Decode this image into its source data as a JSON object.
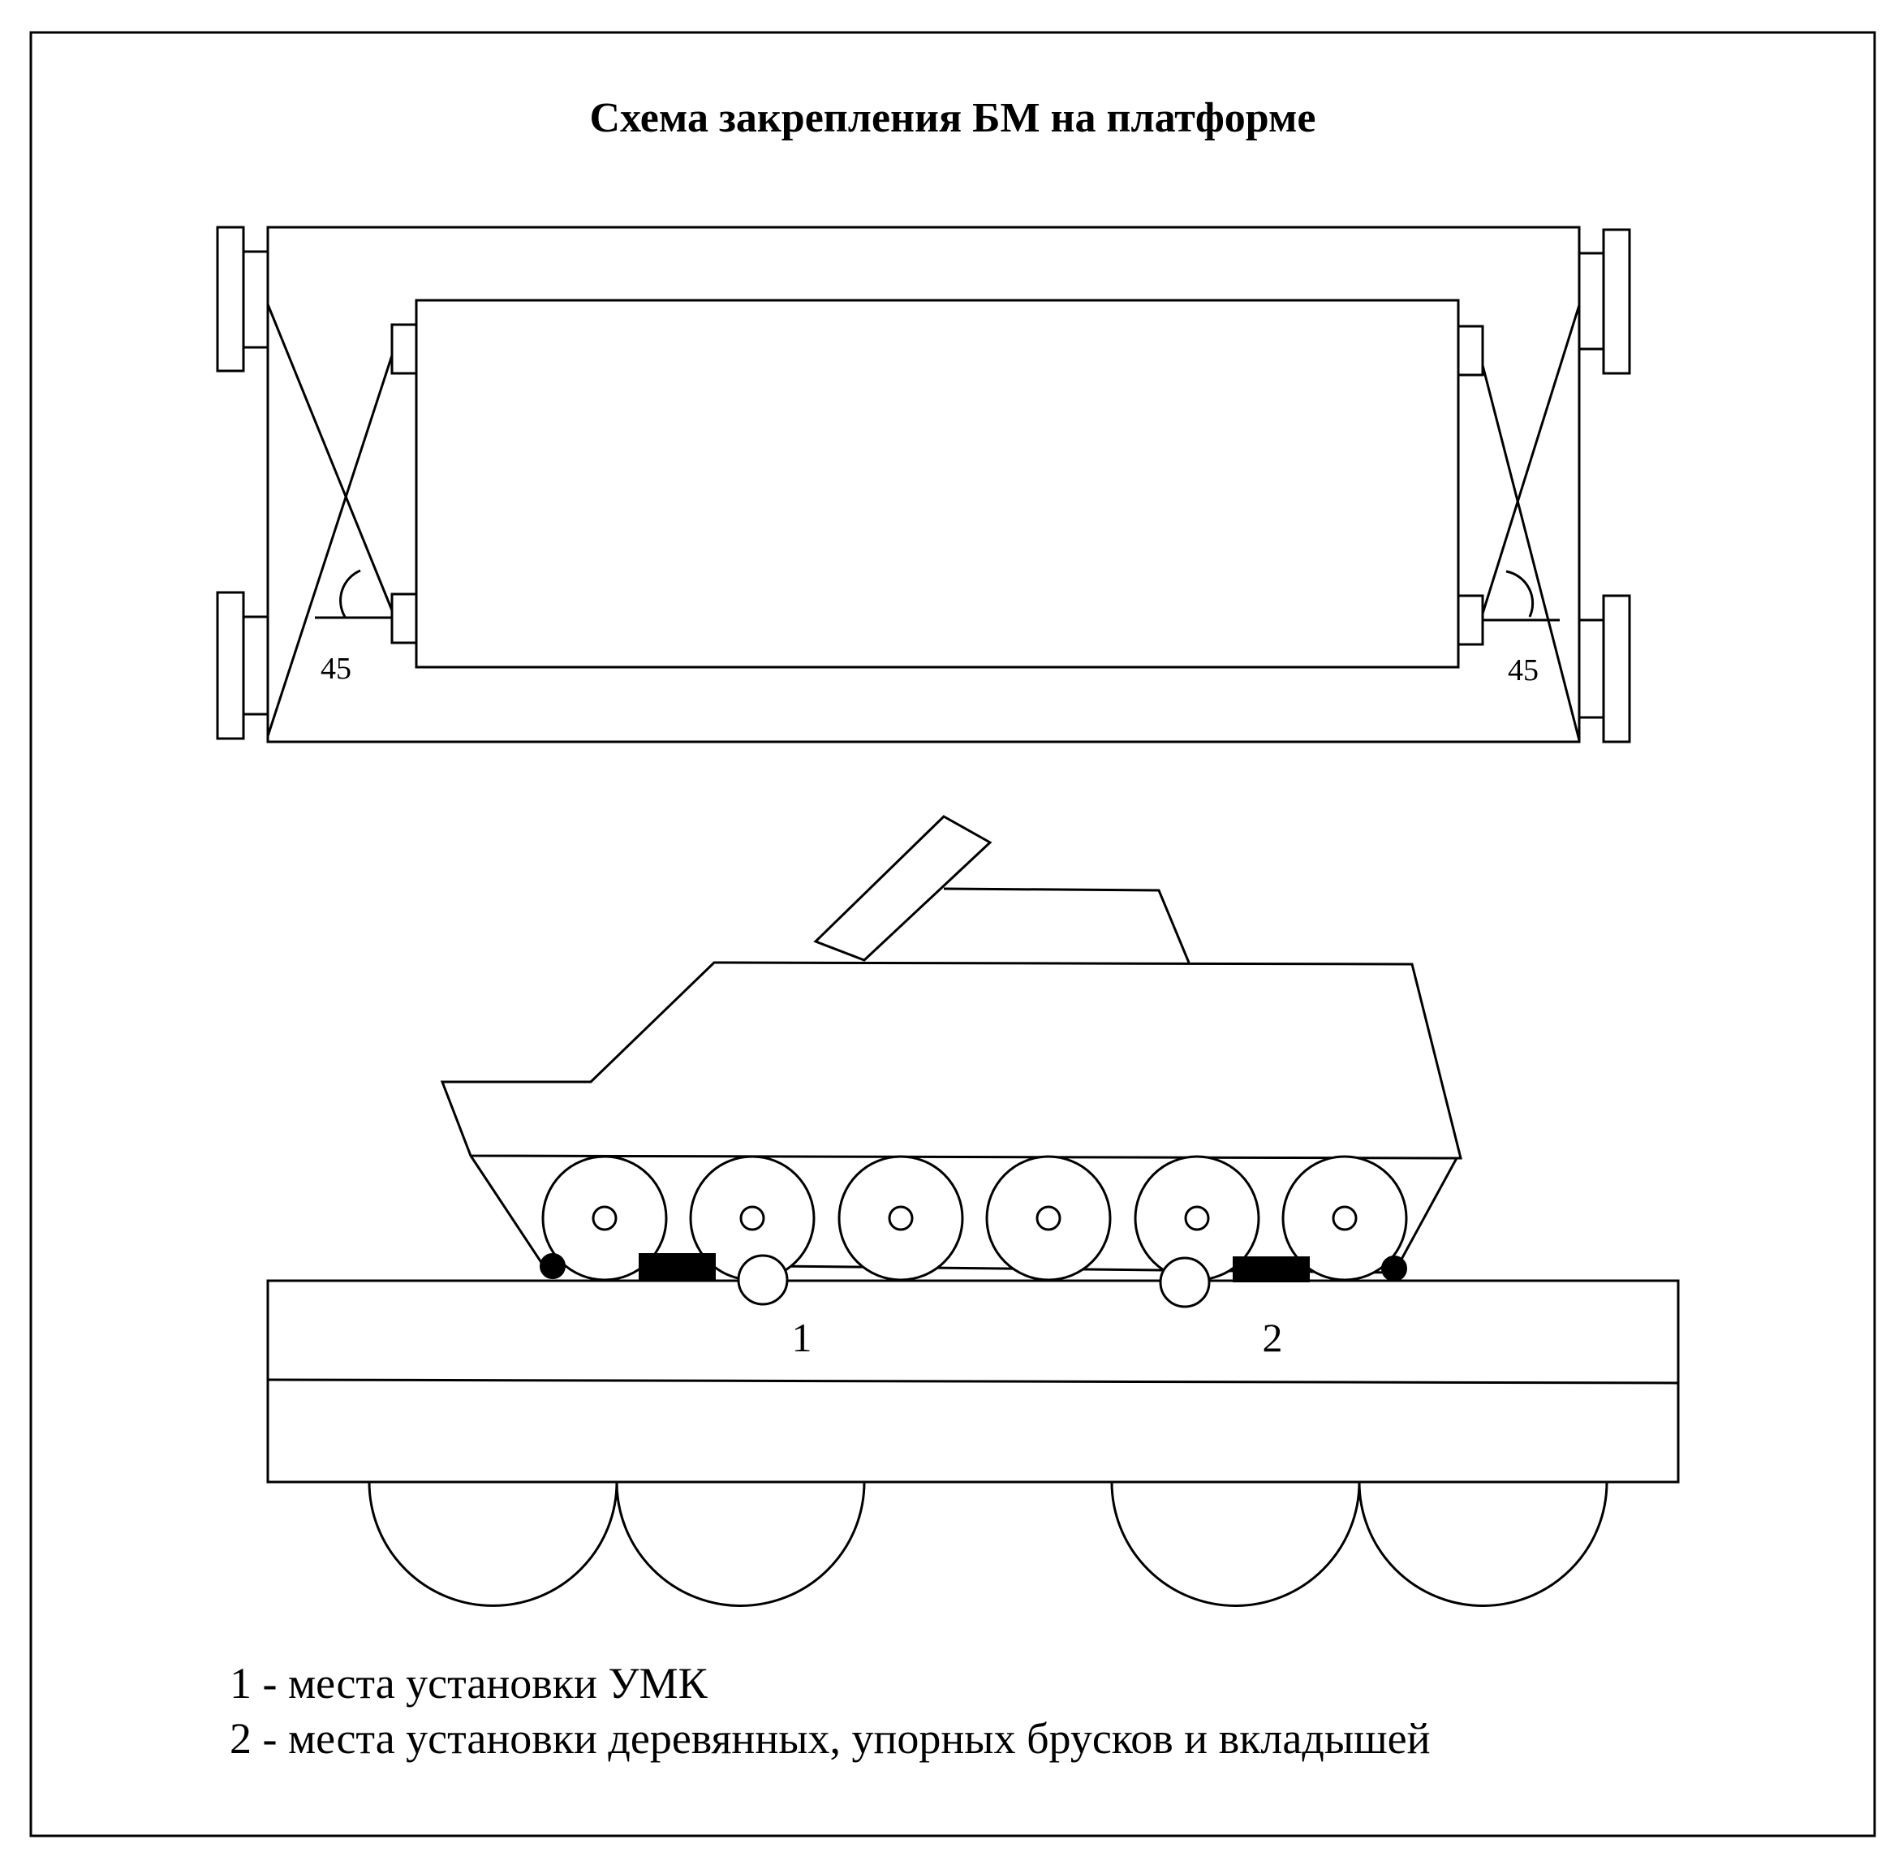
{
  "title": "Схема закрепления БМ на платформе",
  "top_view": {
    "angle_left": "45",
    "angle_right": "45"
  },
  "side_view": {
    "marker_1": "1",
    "marker_2": "2"
  },
  "legend": {
    "item_1": "1 - места установки УМК",
    "item_2": "2 - места установки деревянных, упорных брусков и вкладышей"
  }
}
